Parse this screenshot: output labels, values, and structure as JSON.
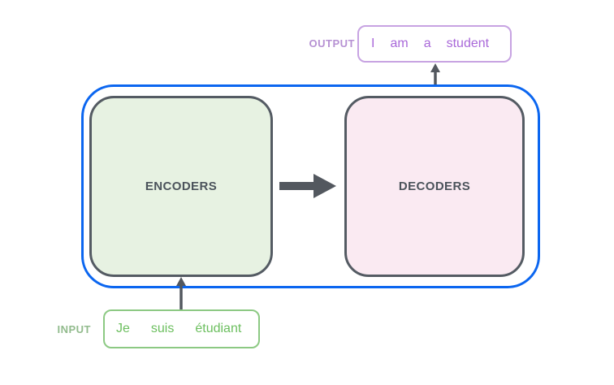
{
  "diagram": {
    "title": "transformer-encoder-decoder-overview",
    "output_label": "OUTPUT",
    "output_words": [
      "I",
      "am",
      "a",
      "student"
    ],
    "input_label": "INPUT",
    "input_words": [
      "Je",
      "suis",
      "étudiant"
    ],
    "encoders_label": "ENCODERS",
    "decoders_label": "DECODERS"
  },
  "colors": {
    "outer_shell_border": "#0b66f0",
    "stack_border": "#545b63",
    "stack_label_text": "#4b535b",
    "encoders_fill": "#e7f2e2",
    "decoders_fill": "#faeaf2",
    "arrow": "#53585f",
    "output_box_border": "#c7a3e2",
    "output_text": "#a968d9",
    "output_label_text": "#b691d3",
    "input_box_border": "#8cc983",
    "input_text": "#6cbf5f",
    "input_label_text": "#92bb8d",
    "background": "#ffffff"
  }
}
